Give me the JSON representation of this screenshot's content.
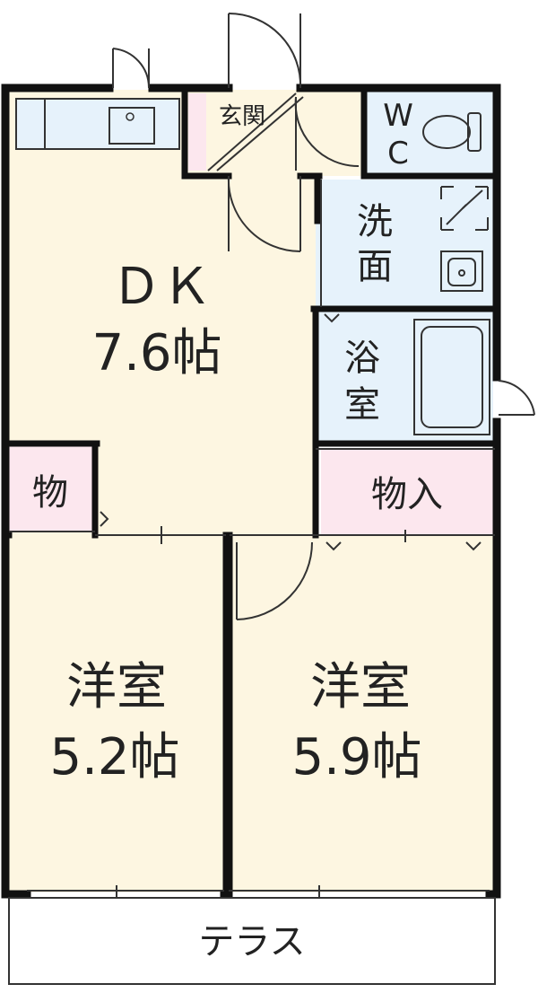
{
  "rooms": {
    "entrance": "玄関",
    "wc_top": "W",
    "wc_bottom": "C",
    "washroom_1": "洗",
    "washroom_2": "面",
    "bath_1": "浴",
    "bath_2": "室",
    "dk_name": "ＤＫ",
    "dk_size": "7.6帖",
    "storage_small": "物",
    "storage_closet": "物入",
    "western_left_name": "洋室",
    "western_left_size": "5.2帖",
    "western_right_name": "洋室",
    "western_right_size": "5.9帖",
    "terrace": "テラス"
  },
  "colors": {
    "wall": "#111111",
    "floor_cream": "#fdf6e1",
    "floor_blue": "#e6f2fb",
    "floor_pink": "#fce7ee",
    "outline": "#333333"
  }
}
